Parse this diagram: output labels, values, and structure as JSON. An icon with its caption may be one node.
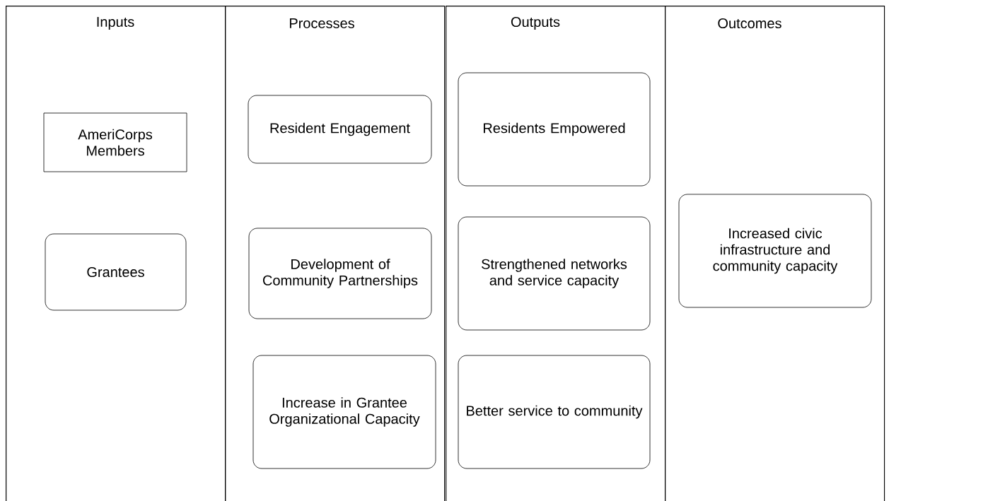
{
  "diagram": {
    "nodes": [
      {
        "text": [
          "Inputs"
        ]
      },
      {
        "text": [
          "AmeriCorps Members"
        ],
        "in": 0
      },
      {
        "text": [
          "Grantees"
        ],
        "in": 0
      },
      {
        "text": [
          "Processes"
        ]
      },
      {
        "text": [
          "Resident Engagement"
        ],
        "in": 3
      },
      {
        "text": [
          "Development of Community Partnerships"
        ],
        "in": 3
      },
      {
        "text": [
          "Increase in Grantee Organizational Capacity"
        ],
        "in": 3
      },
      {
        "text": [
          "Outputs"
        ]
      },
      {
        "text": [
          "Residents Empowered"
        ],
        "in": 7
      },
      {
        "text": [
          "Strengthened networks and service capacity"
        ],
        "in": 7
      },
      {
        "text": [
          "Better service to community"
        ],
        "in": 7
      },
      {
        "text": [
          "Outcomes"
        ]
      },
      {
        "text": [
          "Increased civic infrastructure and community capacity"
        ],
        "in": 11
      }
    ]
  }
}
